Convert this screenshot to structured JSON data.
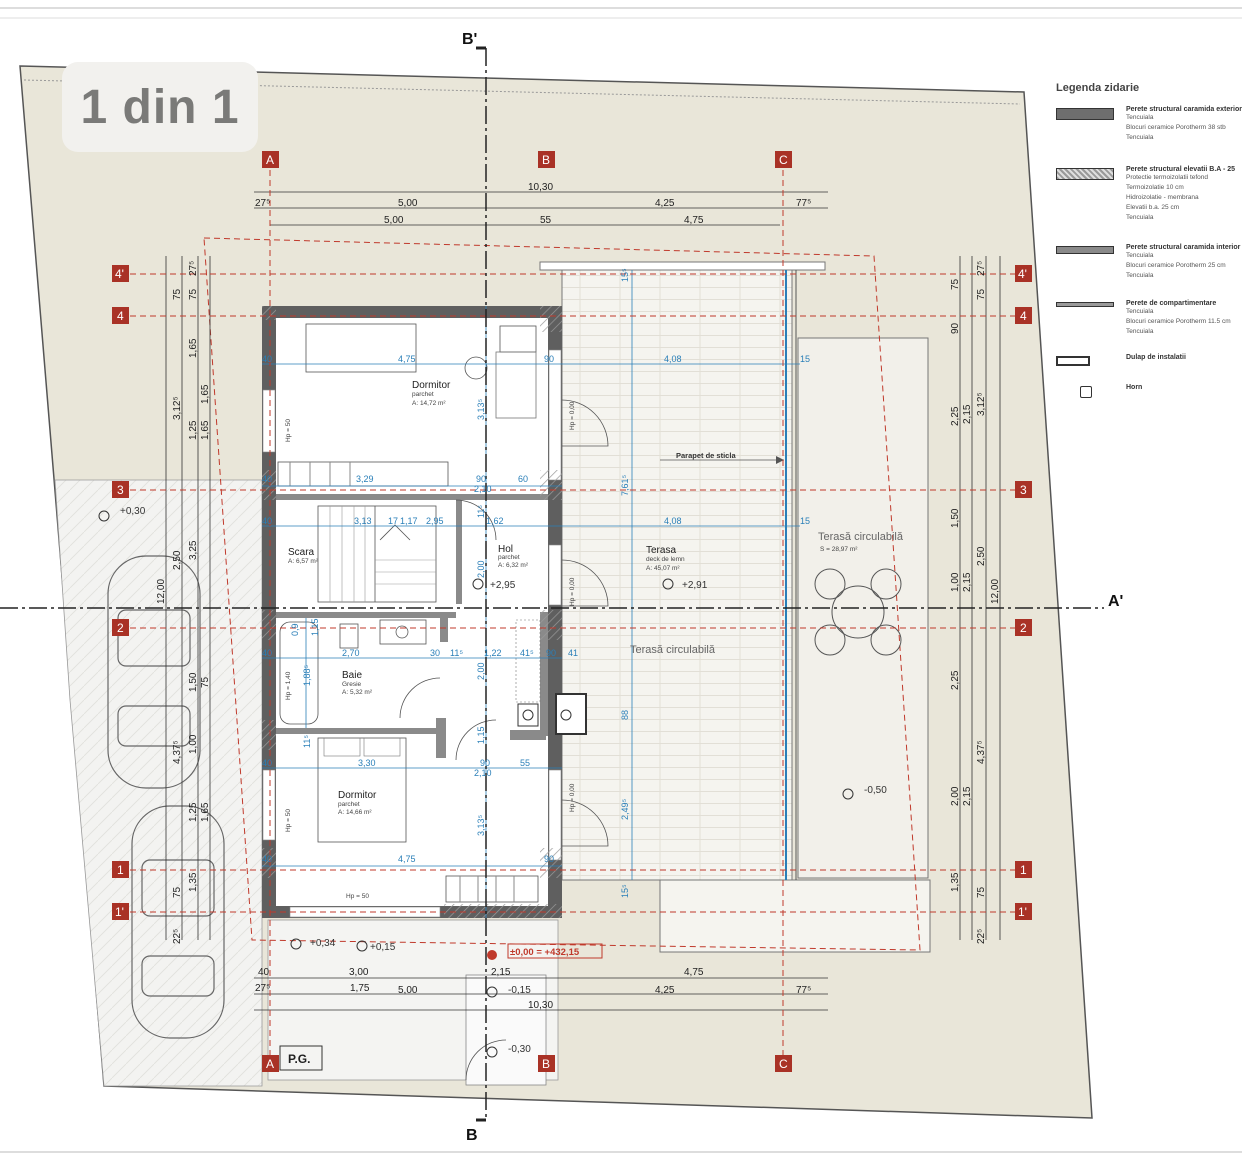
{
  "page_badge": "1 din 1",
  "section_marks": {
    "top": "B'",
    "bottom": "B",
    "right": "A'"
  },
  "grid_letters": [
    "A",
    "B",
    "C"
  ],
  "grid_numbers": [
    "4'",
    "4",
    "3",
    "2",
    "1",
    "1'"
  ],
  "legend": {
    "title": "Legenda zidarie",
    "items": [
      {
        "name": "Perete structural caramida exterior",
        "lines": [
          "Tencuiala",
          "Blocuri ceramice Porotherm 38 stb",
          "Tencuiala"
        ]
      },
      {
        "name": "Perete structural elevatii B.A - 25",
        "lines": [
          "Protectie termoizolatii tefond",
          "Termoizolatie 10 cm",
          "Hidroizolatie - membrana",
          "Elevatii b.a. 25 cm",
          "Tencuiala"
        ]
      },
      {
        "name": "Perete structural caramida interior",
        "lines": [
          "Tencuiala",
          "Blocuri ceramice Porotherm 25 cm",
          "Tencuiala"
        ]
      },
      {
        "name": "Perete de compartimentare",
        "lines": [
          "Tencuiala",
          "Blocuri ceramice Porotherm 11.5 cm",
          "Tencuiala"
        ]
      },
      {
        "name": "Dulap de instalatii",
        "lines": []
      },
      {
        "name": "Horn",
        "lines": []
      }
    ]
  },
  "rooms": [
    {
      "name": "Dormitor",
      "finish": "parchet",
      "area": "A: 14,72 m²"
    },
    {
      "name": "Scara",
      "finish": "",
      "area": "A: 6,57 m²"
    },
    {
      "name": "Hol",
      "finish": "parchet",
      "area": "A: 6,32 m²"
    },
    {
      "name": "Baie",
      "finish": "Gresie",
      "area": "A: 5,32 m²"
    },
    {
      "name": "Dormitor",
      "finish": "parchet",
      "area": "A: 14,66 m²"
    },
    {
      "name": "Terasa",
      "finish": "deck de lemn",
      "area": "A:   45,07 m²"
    }
  ],
  "terrace_labels": {
    "upper": "Terasă circulabilă",
    "upper_area": "S = 28,97 m²",
    "lower": "Terasă circulabilă",
    "parapet": "Parapet de sticla"
  },
  "levels": {
    "l_030_left": "+0,30",
    "l_295": "+2,95",
    "l_291": "+2,91",
    "l_034": "+0,34",
    "l_015": "+0,15",
    "origin": "±0,00 = +432,15",
    "l_m015": "-0,15",
    "l_m030": "-0,30",
    "l_m050": "-0,50"
  },
  "dims_top": {
    "overall": "10,30",
    "row2": [
      "27⁵",
      "5,00",
      "4,25",
      "77⁵"
    ],
    "row3": [
      "5,00",
      "55",
      "4,75"
    ]
  },
  "dims_bottom": {
    "row1": [
      "40",
      "3,00",
      "2,15",
      "4,75"
    ],
    "row2": [
      "27⁵",
      "1,75",
      "5,00",
      "4,25",
      "77⁵"
    ],
    "overall": "10,30"
  },
  "dims_left": {
    "outer": [
      "75",
      "1,65",
      "3,12⁵",
      "3,25",
      "2,50",
      "12,00",
      "4,37⁵",
      "75",
      "22⁵"
    ],
    "inner": [
      "75",
      "1,65",
      "1,25",
      "1,65",
      "1,50",
      "75",
      "1,00",
      "1,25",
      "1,65",
      "1,35",
      "27⁵"
    ]
  },
  "dims_right": {
    "outer": [
      "75",
      "90",
      "3,12⁵",
      "2,25",
      "2,15",
      "1,50",
      "2,50",
      "1,00",
      "2,15",
      "2,25",
      "12,00",
      "4,37⁵",
      "2,00",
      "2,15",
      "1,35",
      "75",
      "22⁵",
      "27⁵",
      "75"
    ]
  },
  "interior_dims": {
    "blue": [
      "40",
      "4,75",
      "90",
      "4,08",
      "15",
      "40",
      "3,29",
      "90",
      "60",
      "2,10",
      "40",
      "3,13",
      "17",
      "1,17",
      "2,95",
      "1,62",
      "4,08",
      "15",
      "40",
      "2,70",
      "30",
      "11⁵",
      "1,22",
      "41⁵",
      "90",
      "41",
      "40",
      "3,30",
      "90",
      "55",
      "2,10",
      "40",
      "4,75",
      "90",
      "7,61⁵",
      "2,49⁵",
      "88",
      "15⁵",
      "15⁵",
      "3,13⁵",
      "3,13⁵",
      "11⁵",
      "11⁵",
      "1,88⁵",
      "2,00",
      "2,00",
      "1,15",
      "0,9",
      "1,15"
    ],
    "hp": [
      "Hp = 50",
      "Hp = 1,40",
      "Hp = 50",
      "Hp = 50",
      "Hp = 0,00",
      "Hp = 0,00",
      "Hp = 0,00"
    ]
  },
  "pg_label": "P.G.",
  "colors": {
    "ground": "#e9e6d9",
    "wall": "#5f5f5f",
    "grid_red": "#c0392b",
    "dim_blue": "#2a7fb8",
    "badge_bg": "#f2f1ee"
  }
}
